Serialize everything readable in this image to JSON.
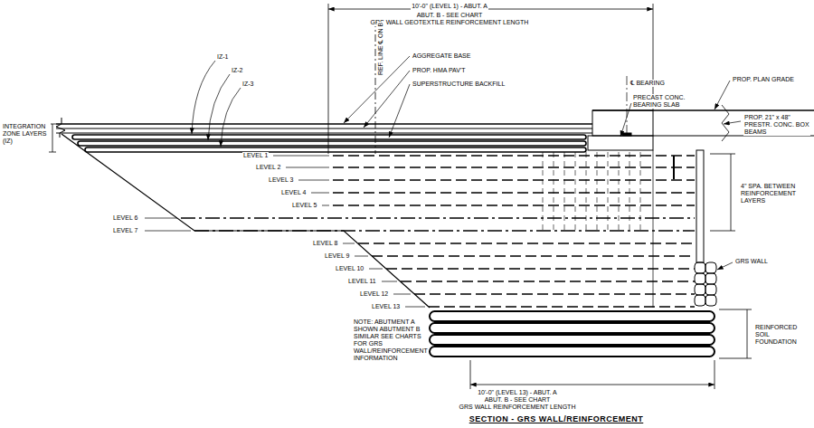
{
  "diagram": {
    "title": "SECTION - GRS WALL/REINFORCEMENT",
    "labels": [
      "10'-0\" (LEVEL 1) - ABUT. A",
      "ABUT. B - SEE CHART",
      "GRS WALL GEOTEXTILE REINFORCEMENT LENGTH",
      "IZ-1",
      "IZ-2",
      "IZ-3",
      "AGGREGATE BASE",
      "PROP. HMA PAV'T",
      "SUPERSTRUCTURE BACKFILL",
      "REF. LINE ℄ ON B",
      "℄ BEARING",
      "PRECAST CONC. BEARING SLAB",
      "PROP. PLAN GRADE",
      "PROP. 21\" x 48\" PRESTR. CONC. BOX BEAMS",
      "INTEGRATION ZONE LAYERS (IZ)",
      "LEVEL 1",
      "LEVEL 2",
      "LEVEL 3",
      "LEVEL 4",
      "LEVEL 5",
      "LEVEL 6",
      "LEVEL 7",
      "LEVEL 8",
      "LEVEL 9",
      "LEVEL 10",
      "LEVEL 11",
      "LEVEL 12",
      "LEVEL 13",
      "4\" SPA. BETWEEN REINFORCEMENT LAYERS",
      "GRS WALL",
      "REINFORCED SOIL FOUNDATION",
      "NOTE: ABUTMENT A SHOWN ABUTMENT B SIMILAR SEE CHARTS FOR GRS WALL/REINFORCEMENT INFORMATION",
      "10'-0\" (LEVEL 13) - ABUT. A",
      "ABUT. B - SEE CHART",
      "GRS WALL REINFORCEMENT LENGTH"
    ]
  }
}
